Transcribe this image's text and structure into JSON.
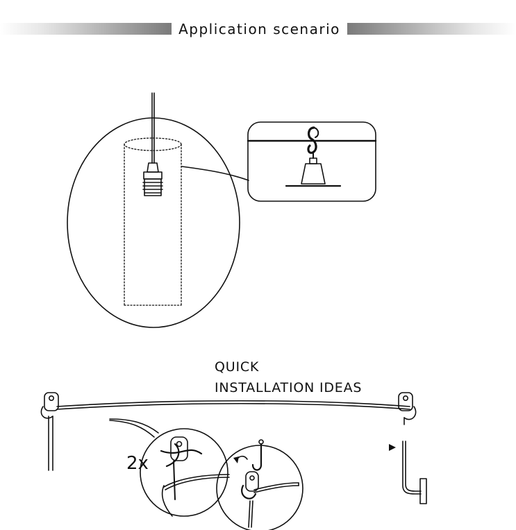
{
  "header": {
    "title": "Application scenario"
  },
  "installation": {
    "heading_line1": "QUICK",
    "heading_line2": "INSTALLATION IDEAS",
    "multiplier": "2x"
  }
}
